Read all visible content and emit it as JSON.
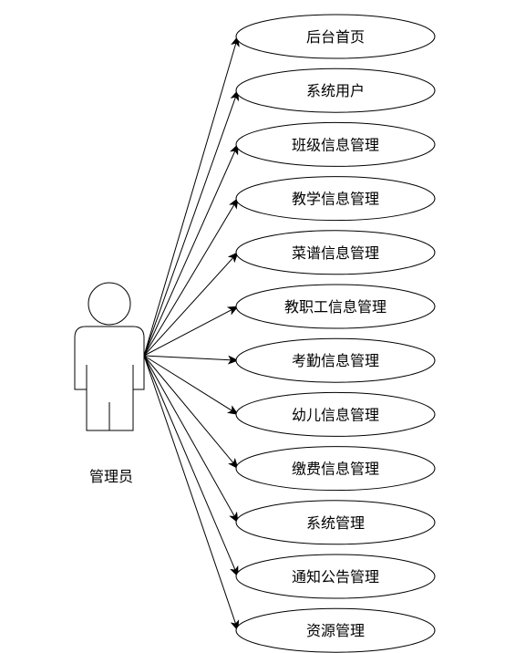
{
  "actor": {
    "label": "管理员"
  },
  "use_cases": [
    {
      "label": "后台首页"
    },
    {
      "label": "系统用户"
    },
    {
      "label": "班级信息管理"
    },
    {
      "label": "教学信息管理"
    },
    {
      "label": "菜谱信息管理"
    },
    {
      "label": "教职工信息管理"
    },
    {
      "label": "考勤信息管理"
    },
    {
      "label": "幼儿信息管理"
    },
    {
      "label": "缴费信息管理"
    },
    {
      "label": "系统管理"
    },
    {
      "label": "通知公告管理"
    },
    {
      "label": "资源管理"
    }
  ],
  "colors": {
    "stroke": "#000000",
    "fill": "#ffffff",
    "text": "#000000"
  }
}
